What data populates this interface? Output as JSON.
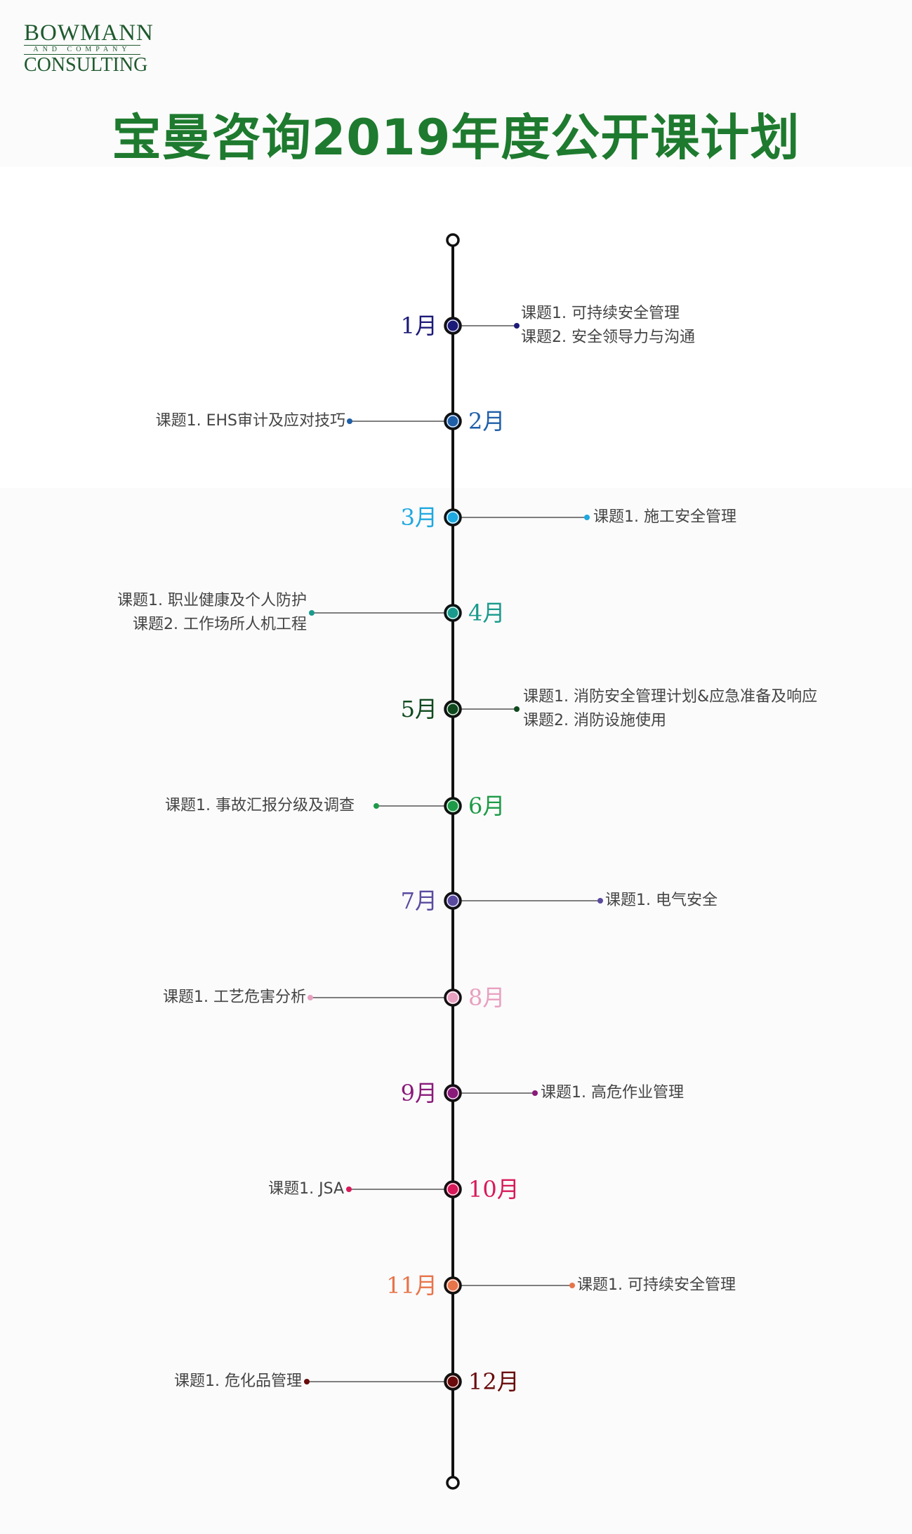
{
  "logo": {
    "line1": "BOWMANN",
    "line2": "AND COMPANY",
    "line3": "CONSULTING"
  },
  "title": "宝曼咨询2019年度公开课计划",
  "months": [
    {
      "label": "1月",
      "color": "#1c1a78",
      "side": "right",
      "topics": [
        "课题1. 可持续安全管理",
        "课题2. 安全领导力与沟通"
      ]
    },
    {
      "label": "2月",
      "color": "#1f5fa8",
      "side": "left",
      "topics": [
        "课题1. EHS审计及应对技巧"
      ]
    },
    {
      "label": "3月",
      "color": "#1ea8e0",
      "side": "right",
      "topics": [
        "课题1. 施工安全管理"
      ]
    },
    {
      "label": "4月",
      "color": "#1a9a8c",
      "side": "left",
      "topics": [
        "课题1. 职业健康及个人防护",
        "课题2. 工作场所人机工程"
      ]
    },
    {
      "label": "5月",
      "color": "#0f4a1e",
      "side": "right",
      "topics": [
        "课题1. 消防安全管理计划&应急准备及响应",
        "课题2. 消防设施使用"
      ]
    },
    {
      "label": "6月",
      "color": "#1d9a48",
      "side": "left",
      "topics": [
        "课题1. 事故汇报分级及调查"
      ]
    },
    {
      "label": "7月",
      "color": "#5a4aa0",
      "side": "right",
      "topics": [
        "课题1. 电气安全"
      ]
    },
    {
      "label": "8月",
      "color": "#e8a0c0",
      "side": "left",
      "topics": [
        "课题1. 工艺危害分析"
      ]
    },
    {
      "label": "9月",
      "color": "#8a1a7a",
      "side": "right",
      "topics": [
        "课题1. 高危作业管理"
      ]
    },
    {
      "label": "10月",
      "color": "#d81a5a",
      "side": "left",
      "topics": [
        "课题1. JSA"
      ]
    },
    {
      "label": "11月",
      "color": "#e8744a",
      "side": "right",
      "topics": [
        "课题1. 可持续安全管理"
      ]
    },
    {
      "label": "12月",
      "color": "#6a0a0a",
      "side": "left",
      "topics": [
        "课题1. 危化品管理"
      ]
    }
  ]
}
